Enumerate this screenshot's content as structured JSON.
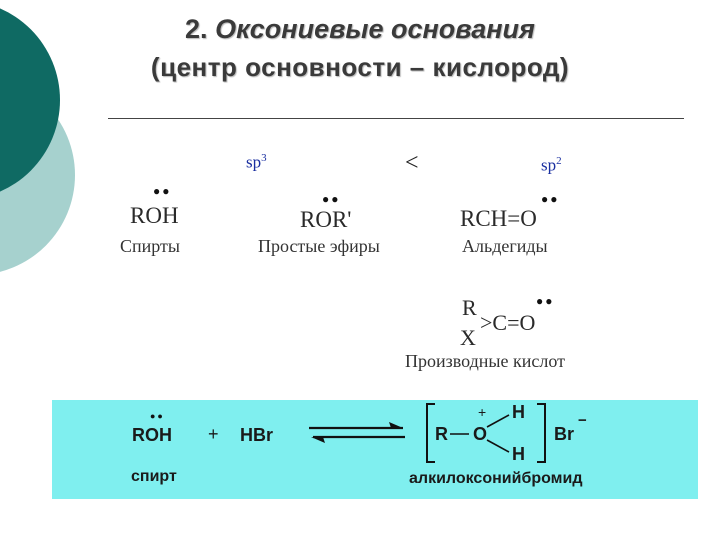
{
  "slide": {
    "title_number": "2.",
    "title_main": "Оксониевые основания",
    "subtitle": "(центр основности – кислород)"
  },
  "hybrid": {
    "left_label": "sp",
    "left_power": "3",
    "comparator": "<",
    "right_label": "sp",
    "right_power": "2"
  },
  "compounds": [
    {
      "formula": "ROH",
      "name": "Спирты"
    },
    {
      "formula": "ROR'",
      "name": "Простые эфиры"
    },
    {
      "formula": "RCH=O",
      "name": "Альдегиды"
    }
  ],
  "acid_derivative": {
    "top": "R",
    "bottom": "X",
    "formula": ">C=O",
    "name": "Производные кислот"
  },
  "reaction": {
    "reactant1": "ROH",
    "plus": "+",
    "reactant2": "HBr",
    "product_r": "R",
    "product_o": "O",
    "product_charge": "+",
    "product_h_top": "H",
    "product_h_bottom": "H",
    "counter_ion": "Br",
    "counter_charge": "−",
    "reactant_name": "спирт",
    "product_name": "алкилоксонийбромид"
  },
  "colors": {
    "panel_bg": "#7fefef",
    "teal_dark": "#0f6a63",
    "teal_light": "#7fbfbb",
    "sp_blue": "#1a2fa0"
  }
}
